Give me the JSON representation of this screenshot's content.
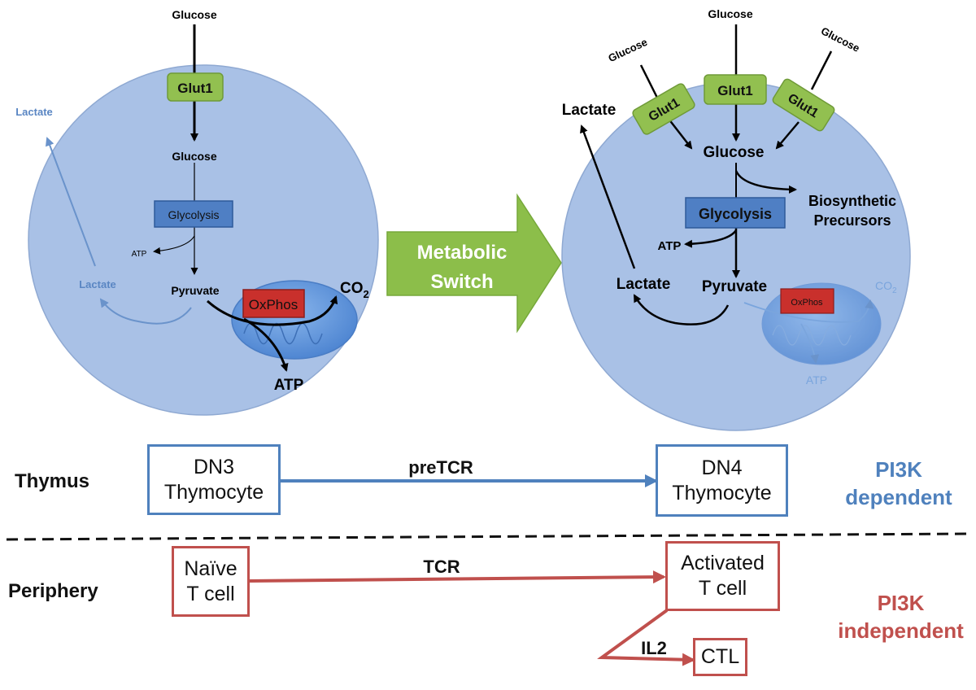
{
  "left_cell": {
    "glucose_in": "Glucose",
    "glut1": "Glut1",
    "glucose_inside": "Glucose",
    "glycolysis": "Glycolysis",
    "atp_glycolysis": "ATP",
    "pyruvate": "Pyruvate",
    "oxphos": "OxPhos",
    "co2": "CO",
    "co2_sub": "2",
    "atp_oxphos": "ATP",
    "lactate_inside": "Lactate",
    "lactate_outside": "Lactate"
  },
  "switch_arrow": {
    "line1": "Metabolic",
    "line2": "Switch"
  },
  "right_cell": {
    "glucose_top": "Glucose",
    "glucose_left": "Glucose",
    "glucose_right": "Glucose",
    "glut1_center": "Glut1",
    "glut1_left": "Glut1",
    "glut1_right": "Glut1",
    "glucose_inside": "Glucose",
    "biosynthetic_line1": "Biosynthetic",
    "biosynthetic_line2": "Precursors",
    "glycolysis": "Glycolysis",
    "atp_glycolysis": "ATP",
    "lactate_inside": "Lactate",
    "lactate_outside": "Lactate",
    "pyruvate": "Pyruvate",
    "oxphos": "OxPhos",
    "co2": "CO",
    "co2_sub": "2",
    "atp_oxphos": "ATP"
  },
  "thymus": {
    "label": "Thymus",
    "from_line1": "DN3",
    "from_line2": "Thymocyte",
    "arrow_label": "preTCR",
    "to_line1": "DN4",
    "to_line2": "Thymocyte",
    "pi3k_line1": "PI3K",
    "pi3k_line2": "dependent"
  },
  "periphery": {
    "label": "Periphery",
    "from_line1": "Naïve",
    "from_line2": "T cell",
    "arrow_label": "TCR",
    "to_line1": "Activated",
    "to_line2": "T cell",
    "il2_label": "IL2",
    "ctl": "CTL",
    "pi3k_line1": "PI3K",
    "pi3k_line2": "independent"
  },
  "colors": {
    "cell_fill": "#a9c1e6",
    "cell_stroke": "#8fa9d2",
    "glut1_fill": "#92c050",
    "glycolysis_fill": "#4f7fc4",
    "oxphos_fill": "#c9302c",
    "mito_fill": "#5e97dc",
    "switch_arrow": "#8cbe4a",
    "thymus_blue": "#4f81bd",
    "periphery_red": "#c0504d",
    "faded_blue": "#5a86c3"
  }
}
